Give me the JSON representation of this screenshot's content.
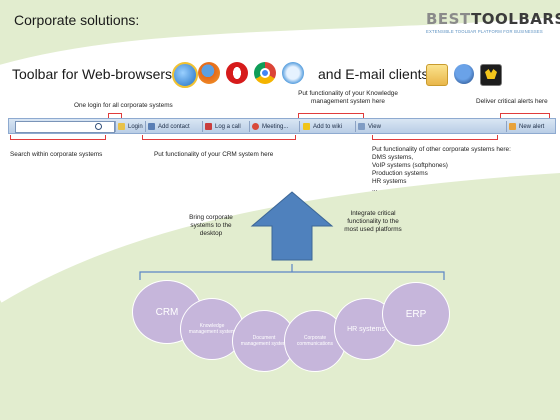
{
  "slide": {
    "title": "Corporate solutions:",
    "logo": {
      "part1": "BEST",
      "part2": "TOOLBARS",
      "tagline": "EXTENSIBLE TOOLBAR PLATFORM FOR BUSINESSES"
    },
    "browsers_heading": "Toolbar for Web-browsers:",
    "email_heading": "and E-mail clients:"
  },
  "browser_icons": [
    "internet-explorer-icon",
    "firefox-icon",
    "opera-icon",
    "chrome-icon",
    "safari-icon"
  ],
  "email_icons": [
    "outlook-icon",
    "thunderbird-icon",
    "the-bat-icon"
  ],
  "callouts": {
    "login": "One login for all corporate systems",
    "knowledge": "Put functionality of your Knowledge management system here",
    "alerts": "Deliver critical alerts here",
    "search": "Search within corporate systems",
    "crm": "Put functionality of your CRM system here",
    "other_title": "Put functionality of other corporate systems here:",
    "other_items": [
      "DMS systems,",
      "VoIP systems (softphones)",
      "Production systems",
      "HR systems",
      "..."
    ],
    "bring": "Bring corporate systems to the desktop",
    "integrate": "Integrate critical functionality to the most used platforms"
  },
  "toolbar": {
    "login": "Login",
    "add_contact": "Add contact",
    "log_call": "Log a call",
    "meeting": "Meeting...",
    "add_wiki": "Add to wiki",
    "view": "View",
    "new_alert": "New alert"
  },
  "systems": [
    {
      "label": "CRM"
    },
    {
      "label": "Knowledge management system"
    },
    {
      "label": "Document management system"
    },
    {
      "label": "Corporate communications"
    },
    {
      "label": "HR systems"
    },
    {
      "label": "ERP"
    }
  ],
  "colors": {
    "accent": "#e03c3c",
    "toolbar": "#c9daef",
    "arrow": "#4f81bd",
    "circle": "#c6b6db",
    "wave": "#e2edcf"
  }
}
